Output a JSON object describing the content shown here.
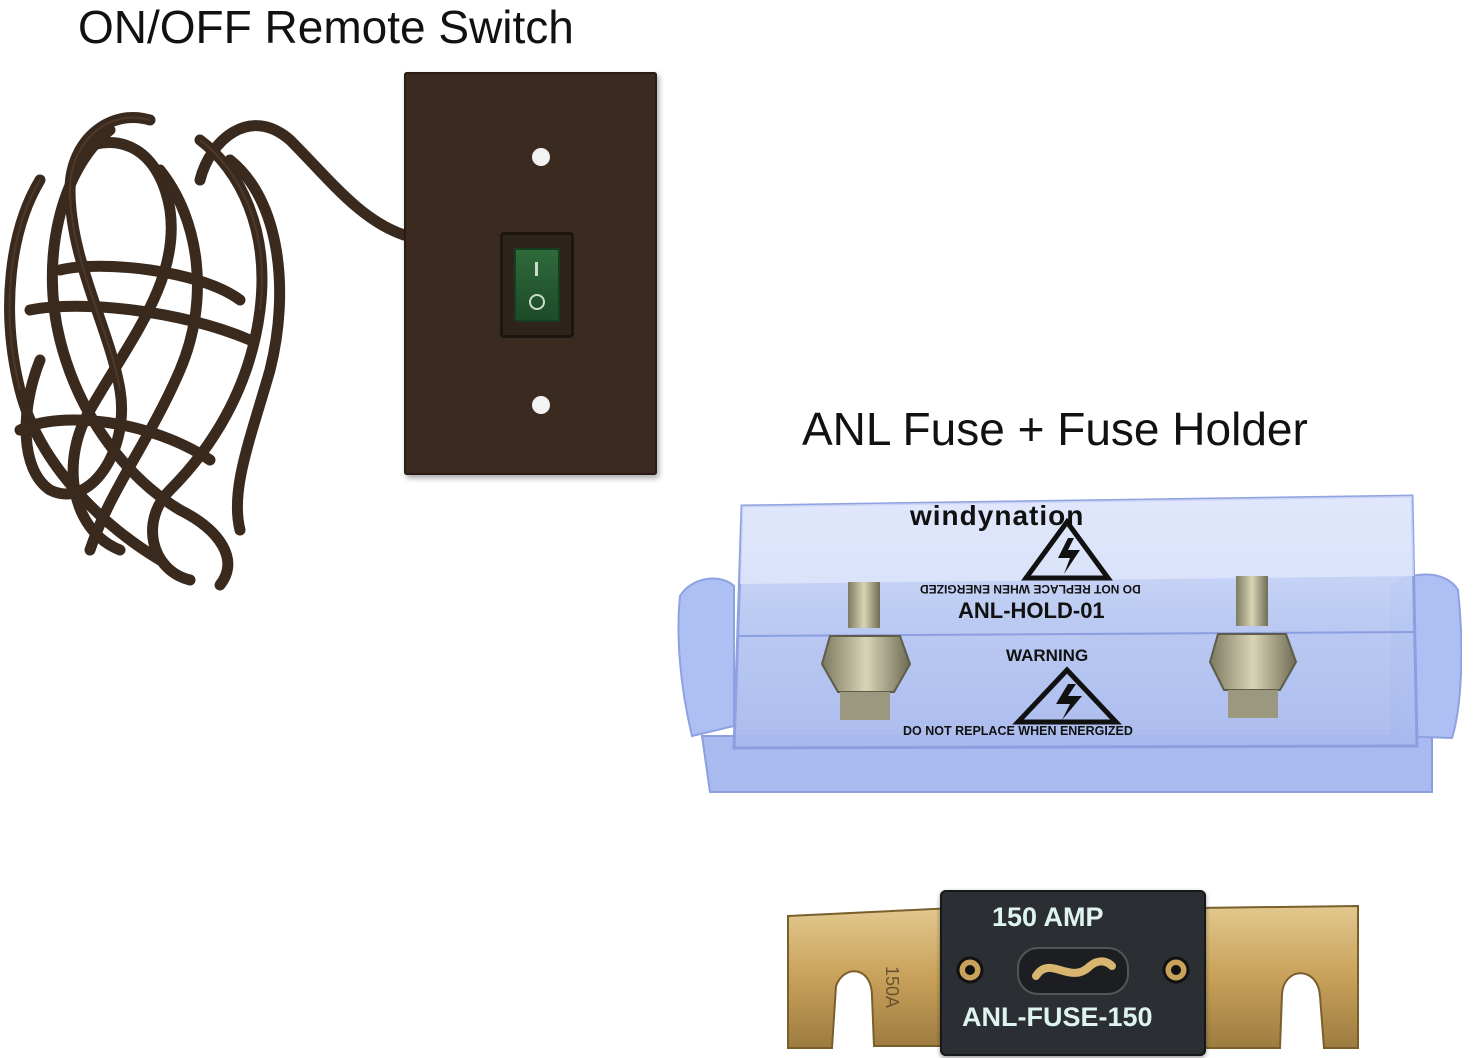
{
  "captions": {
    "switch": "ON/OFF Remote Switch",
    "fuse": "ANL Fuse + Fuse Holder"
  },
  "switch": {
    "on_symbol": "I",
    "off_symbol": "O"
  },
  "holder": {
    "brand": "windynation",
    "warning_mirrored": "DO NOT REPLACE WHEN ENERGIZED",
    "model": "ANL-HOLD-01",
    "warning": "WARNING",
    "warning_bottom": "DO NOT REPLACE WHEN ENERGIZED"
  },
  "fuse": {
    "rating": "150 AMP",
    "part_number": "ANL-FUSE-150",
    "blade_mark": "150A"
  },
  "colors": {
    "plate": "#3b2a20",
    "cable": "#3a2a1e",
    "rocker": "#2f6b3b",
    "holder_tint": "#b8c8f2",
    "fuse_body": "#2b2e33",
    "fuse_blade": "#c8a15a"
  }
}
